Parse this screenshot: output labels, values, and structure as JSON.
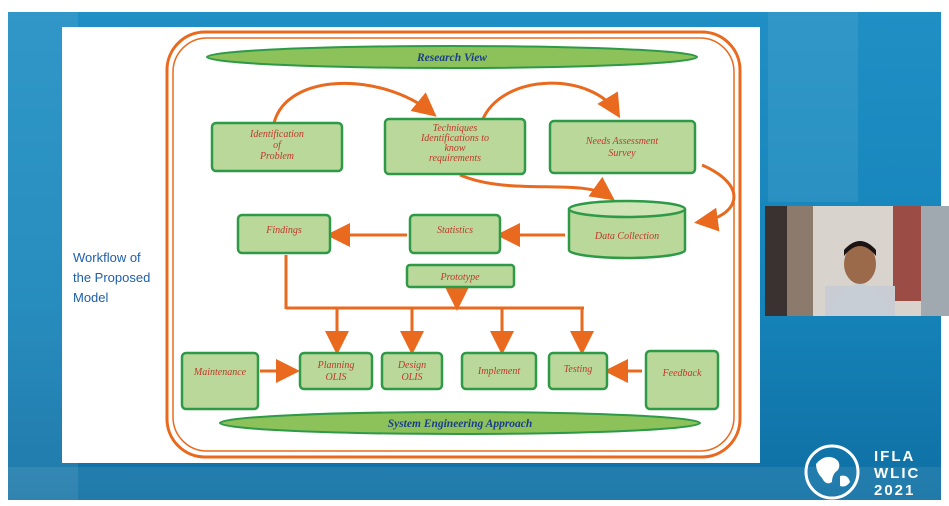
{
  "slide": {
    "title": "Workflow of\nthe Proposed\nModel"
  },
  "diagram": {
    "top_banner": "Research View",
    "bottom_banner": "System Engineering Approach",
    "row1": [
      "Identification of Problem",
      "Techniques Identifications to know requirements",
      "Needs Assessment Survey"
    ],
    "box_identification": [
      "Identification",
      "of",
      "Problem"
    ],
    "box_techniques": [
      "Techniques",
      "Identifications to",
      "know",
      "requirements"
    ],
    "box_needs": [
      "Needs Assessment",
      "Survey"
    ],
    "box_data": "Data Collection",
    "box_statistics": "Statistics",
    "box_findings": "Findings",
    "box_prototype": "Prototype",
    "box_maintenance": "Maintenance",
    "box_planning": [
      "Planning",
      "OLIS"
    ],
    "box_design": [
      "Design",
      "OLIS"
    ],
    "box_implement": "Implement",
    "box_testing": "Testing",
    "box_feedback": "Feedback"
  },
  "logo": {
    "line1": "IFLA",
    "line2": "WLIC",
    "line3": "2021"
  },
  "colors": {
    "background_blue": "#1583b9",
    "box_fill": "#b9d89a",
    "box_stroke": "#2e9a48",
    "arrow": "#e96a1e",
    "text": "#c0392b"
  }
}
